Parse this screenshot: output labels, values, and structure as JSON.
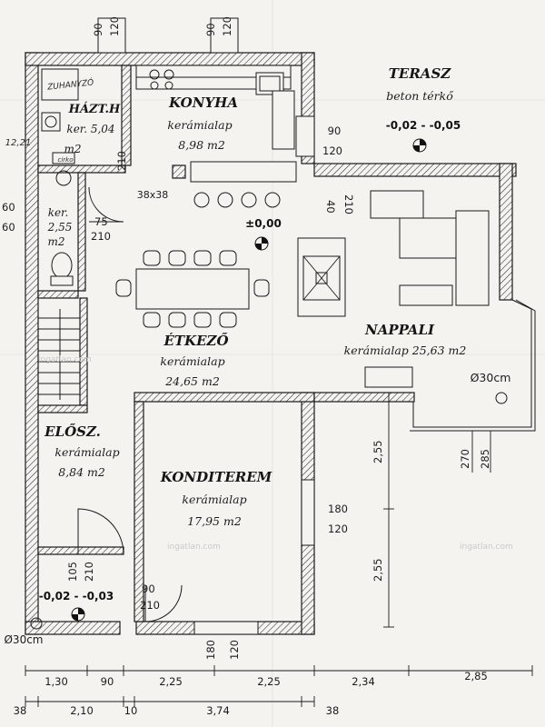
{
  "rooms": {
    "terasz": {
      "name": "TERASZ",
      "floor": "beton térkő"
    },
    "konyha": {
      "name": "KONYHA",
      "floor": "kerámialap",
      "area": "8,98 m2"
    },
    "haztart": {
      "name": "HÁZT.H",
      "floor": "ker. 5,04",
      "area": "m2"
    },
    "wc": {
      "floor": "ker.",
      "area_num": "2,55",
      "area_unit": "m2"
    },
    "etkezo": {
      "name": "ÉTKEZŐ",
      "floor": "kerámialap",
      "area": "24,65 m2"
    },
    "nappali": {
      "name": "NAPPALI",
      "floor": "kerámialap 25,63 m2"
    },
    "eloszoba": {
      "name": "ELŐSZ.",
      "floor": "kerámialap",
      "area": "8,84 m2"
    },
    "konditerem": {
      "name": "KONDITEREM",
      "floor": "kerámialap",
      "area": "17,95 m2"
    }
  },
  "levels": {
    "terrace": "-0,02 - -0,05",
    "main": "±0,00",
    "entrance": "-0,02 - -0,03"
  },
  "labels": {
    "column_size": "38x38",
    "pipe_right": "Ø30cm",
    "pipe_left": "Ø30cm",
    "handwritten_top": "ZUHANYZÓ",
    "handwritten_side": "12,21",
    "handwritten_small": "cirko"
  },
  "openings": {
    "top_left": [
      "90",
      "120"
    ],
    "top_right": [
      "90",
      "120"
    ],
    "terrace_door": [
      "90",
      "120"
    ],
    "kitchen_door": "210",
    "living_door": "210",
    "wc_door": [
      "75",
      "210"
    ],
    "side_left": [
      "60",
      "60"
    ],
    "gym_window": [
      "180",
      "120"
    ],
    "entry_door": [
      "105",
      "210"
    ],
    "gym_door": [
      "90",
      "210"
    ],
    "bottom_window": [
      "180",
      "120"
    ],
    "right_win": [
      "270",
      "285"
    ],
    "door_40": "40"
  },
  "dims": {
    "vertical": [
      "2,55",
      "2,55"
    ],
    "bottom_row1": [
      "1,30",
      "90",
      "2,25",
      "2,25",
      "2,34",
      "2,85"
    ],
    "bottom_row2": [
      "38",
      "2,10",
      "10",
      "3,74",
      "38"
    ]
  },
  "watermarks": [
    "ingatlan.com",
    "ingatlan.com",
    "ingatlan.com"
  ]
}
